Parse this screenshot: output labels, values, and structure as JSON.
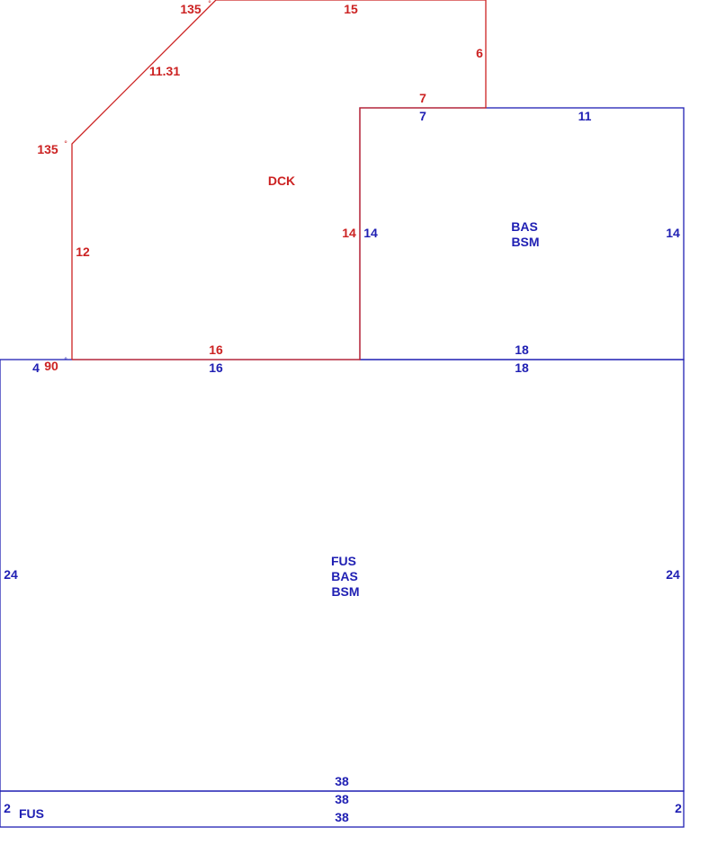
{
  "colors": {
    "blue": "#1f1fb3",
    "red": "#cc2222",
    "background": "#ffffff"
  },
  "deck": {
    "label": "DCK",
    "dims": {
      "top": "15",
      "right": "6",
      "step": "7",
      "inner": "14",
      "bottom": "16",
      "left": "12",
      "diag": "11.31"
    },
    "angles": {
      "top": "135",
      "left": "135",
      "corner": "90"
    },
    "degree_mark": "°"
  },
  "upper": {
    "label1": "BAS",
    "label2": "BSM",
    "dims": {
      "top_left": "7",
      "top_right": "11",
      "left": "14",
      "right": "14",
      "bottom": "18"
    }
  },
  "main": {
    "label1": "FUS",
    "label2": "BAS",
    "label3": "BSM",
    "dims": {
      "top_left": "16",
      "top_right": "18",
      "left": "24",
      "right": "24",
      "bottom": "38",
      "corner_left": "4"
    }
  },
  "strip": {
    "label": "FUS",
    "dims": {
      "top": "38",
      "bottom": "38",
      "left": "2",
      "right": "2"
    }
  }
}
